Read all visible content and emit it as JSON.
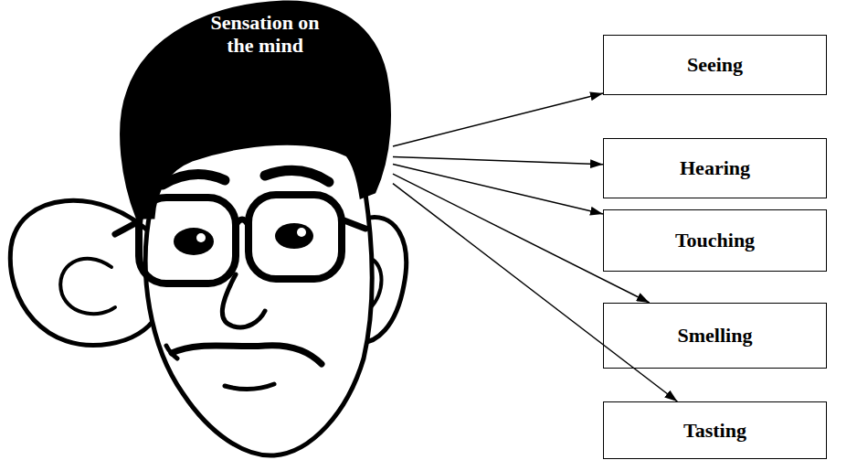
{
  "diagram": {
    "nodes": [
      {
        "text": [
          "Sensation on the mind"
        ]
      },
      {
        "text": [
          "Seeing"
        ]
      },
      {
        "text": [
          "Hearing"
        ]
      },
      {
        "text": [
          "Touching"
        ]
      },
      {
        "text": [
          "Smelling"
        ]
      },
      {
        "text": [
          "Tasting"
        ]
      }
    ],
    "edges": [
      {
        "from": 0,
        "to": 1,
        "arrow": "to"
      },
      {
        "from": 0,
        "to": 2,
        "arrow": "to"
      },
      {
        "from": 0,
        "to": 3,
        "arrow": "to"
      },
      {
        "from": 0,
        "to": 4,
        "arrow": "to"
      },
      {
        "from": 0,
        "to": 5,
        "arrow": "to"
      }
    ]
  }
}
